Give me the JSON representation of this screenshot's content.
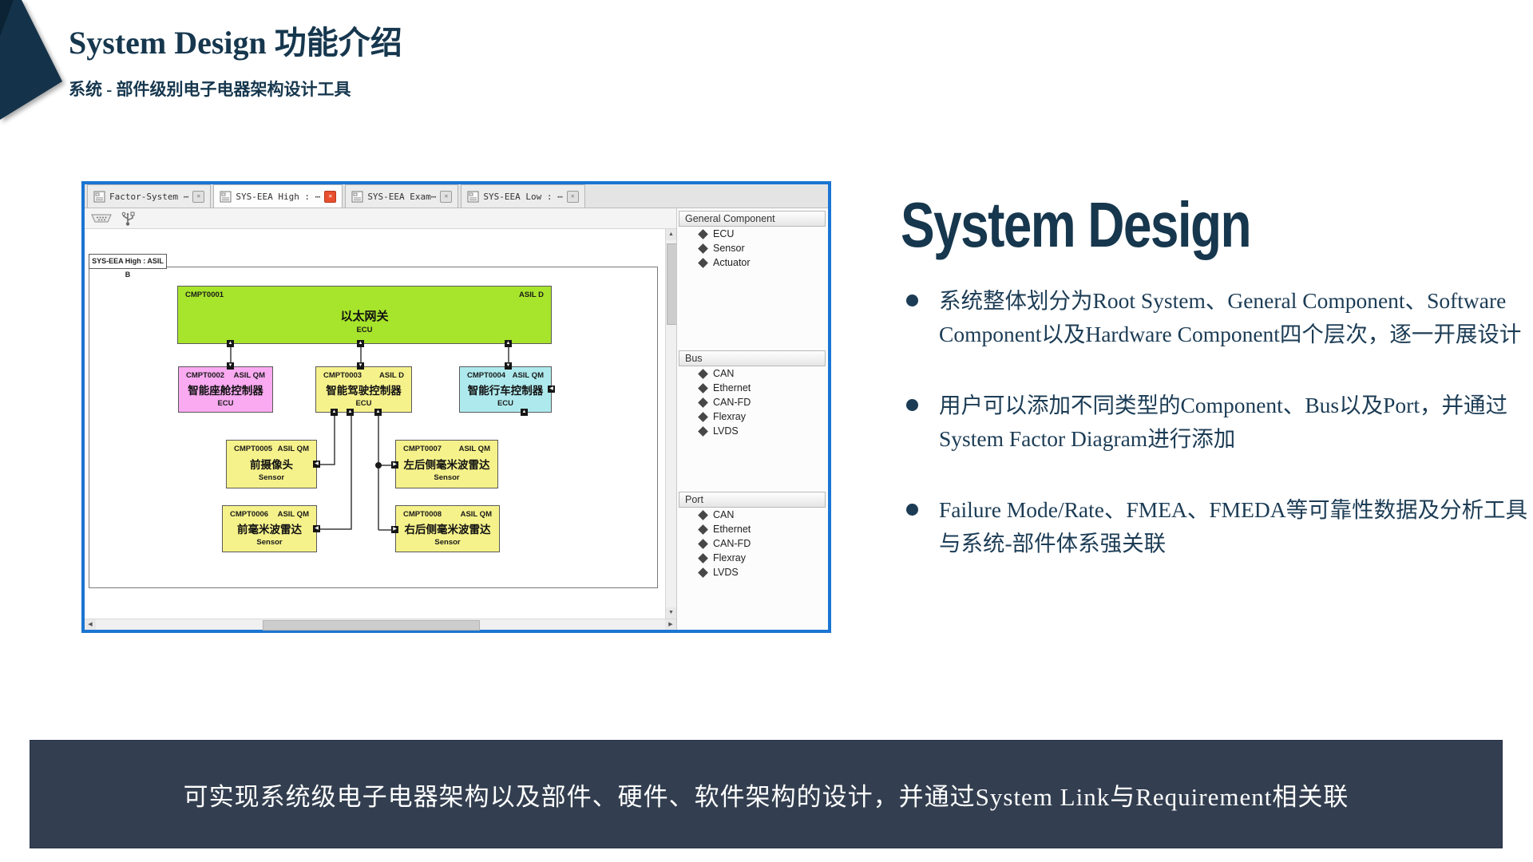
{
  "slide": {
    "title": "System Design 功能介绍",
    "subtitle": "系统 - 部件级别电子电器架构设计工具",
    "heading": "System Design",
    "bullets": [
      "系统整体划分为Root System、General Component、Software Component以及Hardware Component四个层次，逐一开展设计",
      "用户可以添加不同类型的Component、Bus以及Port，并通过System Factor Diagram进行添加",
      "Failure Mode/Rate、FMEA、FMEDA等可靠性数据及分析工具与系统-部件体系强关联"
    ],
    "footer": "可实现系统级电子电器架构以及部件、硬件、软件架构的设计，并通过System Link与Requirement相关联"
  },
  "app": {
    "tabs": [
      {
        "label": "Factor-System ⋯",
        "active": false
      },
      {
        "label": "SYS-EEA High : ⋯",
        "active": true
      },
      {
        "label": "SYS-EEA Exam⋯",
        "active": false
      },
      {
        "label": "SYS-EEA Low : ⋯",
        "active": false
      }
    ],
    "toolbar_icons": [
      "serial-connector-icon",
      "usb-tree-icon"
    ],
    "diagram": {
      "frame_label": "SYS-EEA High : ASIL B",
      "nodes": [
        {
          "id": "CMPT0001",
          "asil": "ASIL D",
          "name": "以太网关",
          "type": "ECU",
          "color": "#a7e42c"
        },
        {
          "id": "CMPT0002",
          "asil": "ASIL QM",
          "name": "智能座舱控制器",
          "type": "ECU",
          "color": "#f9aaf1"
        },
        {
          "id": "CMPT0003",
          "asil": "ASIL D",
          "name": "智能驾驶控制器",
          "type": "ECU",
          "color": "#f6f28b"
        },
        {
          "id": "CMPT0004",
          "asil": "ASIL QM",
          "name": "智能行车控制器",
          "type": "ECU",
          "color": "#aeeaed"
        },
        {
          "id": "CMPT0005",
          "asil": "ASIL QM",
          "name": "前摄像头",
          "type": "Sensor",
          "color": "#f6f28b"
        },
        {
          "id": "CMPT0007",
          "asil": "ASIL QM",
          "name": "左后侧毫米波雷达",
          "type": "Sensor",
          "color": "#f6f28b"
        },
        {
          "id": "CMPT0006",
          "asil": "ASIL QM",
          "name": "前毫米波雷达",
          "type": "Sensor",
          "color": "#f6f28b"
        },
        {
          "id": "CMPT0008",
          "asil": "ASIL QM",
          "name": "右后侧毫米波雷达",
          "type": "Sensor",
          "color": "#f6f28b"
        }
      ]
    },
    "palette": {
      "sections": [
        {
          "title": "General Component",
          "items": [
            "ECU",
            "Sensor",
            "Actuator"
          ]
        },
        {
          "title": "Bus",
          "items": [
            "CAN",
            "Ethernet",
            "CAN-FD",
            "Flexray",
            "LVDS"
          ]
        },
        {
          "title": "Port",
          "items": [
            "CAN",
            "Ethernet",
            "CAN-FD",
            "Flexray",
            "LVDS"
          ]
        }
      ]
    }
  },
  "colors": {
    "accent_navy": "#16374e",
    "banner_background": "#333f50",
    "screenshot_border": "#1a75d2",
    "active_tab_close": "#e8502e"
  }
}
